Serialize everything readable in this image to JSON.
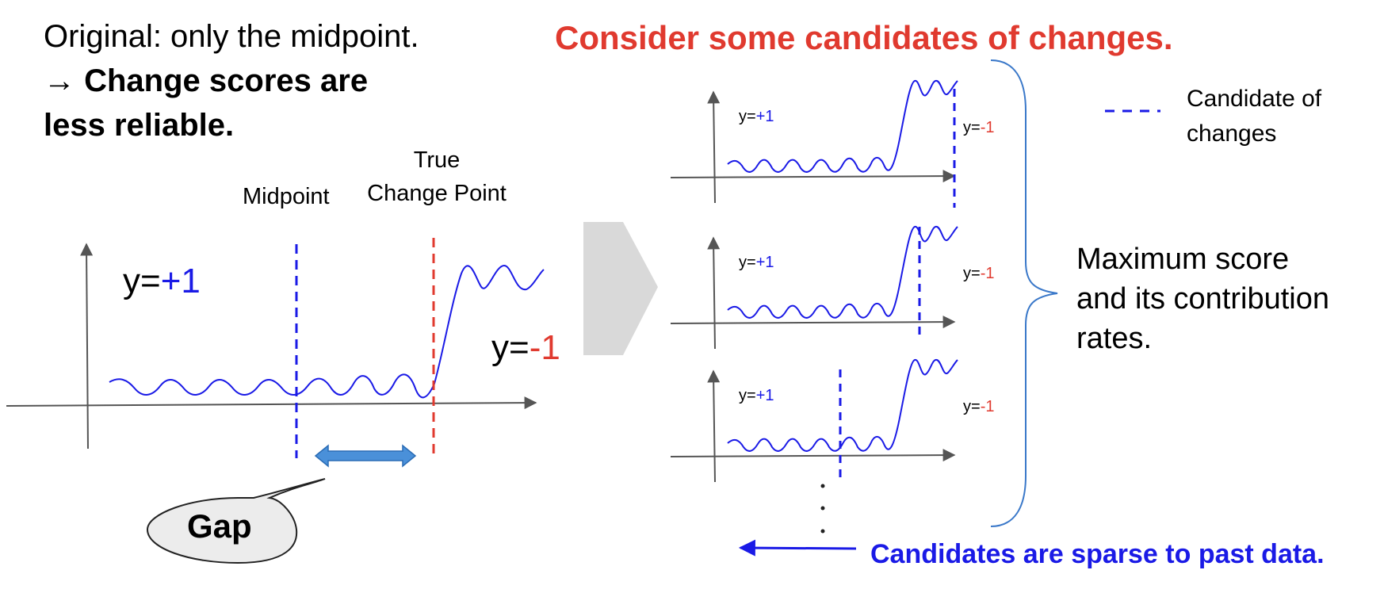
{
  "intro": {
    "line1": "Original: only the midpoint.",
    "line2": "→ Change scores are",
    "line3": "less reliable."
  },
  "heading": "Consider some candidates of changes.",
  "left_diagram": {
    "midpoint_label": "Midpoint",
    "true_label": "True",
    "change_point_label": "Change Point",
    "y_pos_prefix": "y=",
    "y_pos_value": "+1",
    "y_neg_prefix": "y=",
    "y_neg_value": "-1",
    "gap_label": "Gap"
  },
  "small_plots": [
    {
      "y_pos_prefix": "y=",
      "y_pos_value": "+1",
      "y_neg_prefix": "y=",
      "y_neg_value": "-1"
    },
    {
      "y_pos_prefix": "y=",
      "y_pos_value": "+1",
      "y_neg_prefix": "y=",
      "y_neg_value": "-1"
    },
    {
      "y_pos_prefix": "y=",
      "y_pos_value": "+1",
      "y_neg_prefix": "y=",
      "y_neg_value": "-1"
    }
  ],
  "legend": {
    "line1": "Candidate of",
    "line2": "changes"
  },
  "summary": {
    "line1": "Maximum score",
    "line2": "and its contribution",
    "line3": "rates."
  },
  "footer_note": "Candidates are sparse to past data.",
  "colors": {
    "blue": "#1a1ae6",
    "red": "#e03a2f",
    "axis": "#555555",
    "arrow_fill": "#4a90d9",
    "chevron": "#d9d9d9",
    "brace": "#3a78c9"
  }
}
